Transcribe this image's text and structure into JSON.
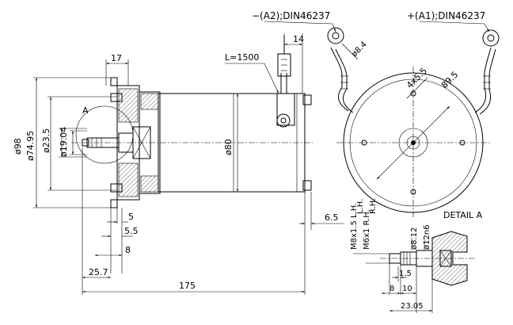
{
  "labels": {
    "a2": "−(A2);DIN46237",
    "a1": "+(A1);DIN46237",
    "cable_length": "L=1500",
    "hole": "ø8.4",
    "holes_4x": "4x5.5",
    "pcd": "89.5",
    "section": "A",
    "detail": "DETAIL A",
    "thread_lh": "M8x1.5 L.H.",
    "thread_rh": "M6x1 R.H.",
    "lh_short": "L.H.",
    "rh_short": "R.H.",
    "d812": "ø8.12",
    "d12n6": "ø12n6"
  },
  "dims": {
    "d98": "ø98",
    "d7495": "ø74.95",
    "d235": "ø23.5",
    "d1904": "ø19.04",
    "d80": "ø80",
    "w17": "17",
    "w14": "14",
    "w5": "5",
    "w55": "5.5",
    "w8": "8",
    "w257": "25.7",
    "w175": "175",
    "w65": "6.5",
    "det15": "1.5",
    "det8": "8",
    "det10": "10",
    "det2305": "23.05"
  }
}
